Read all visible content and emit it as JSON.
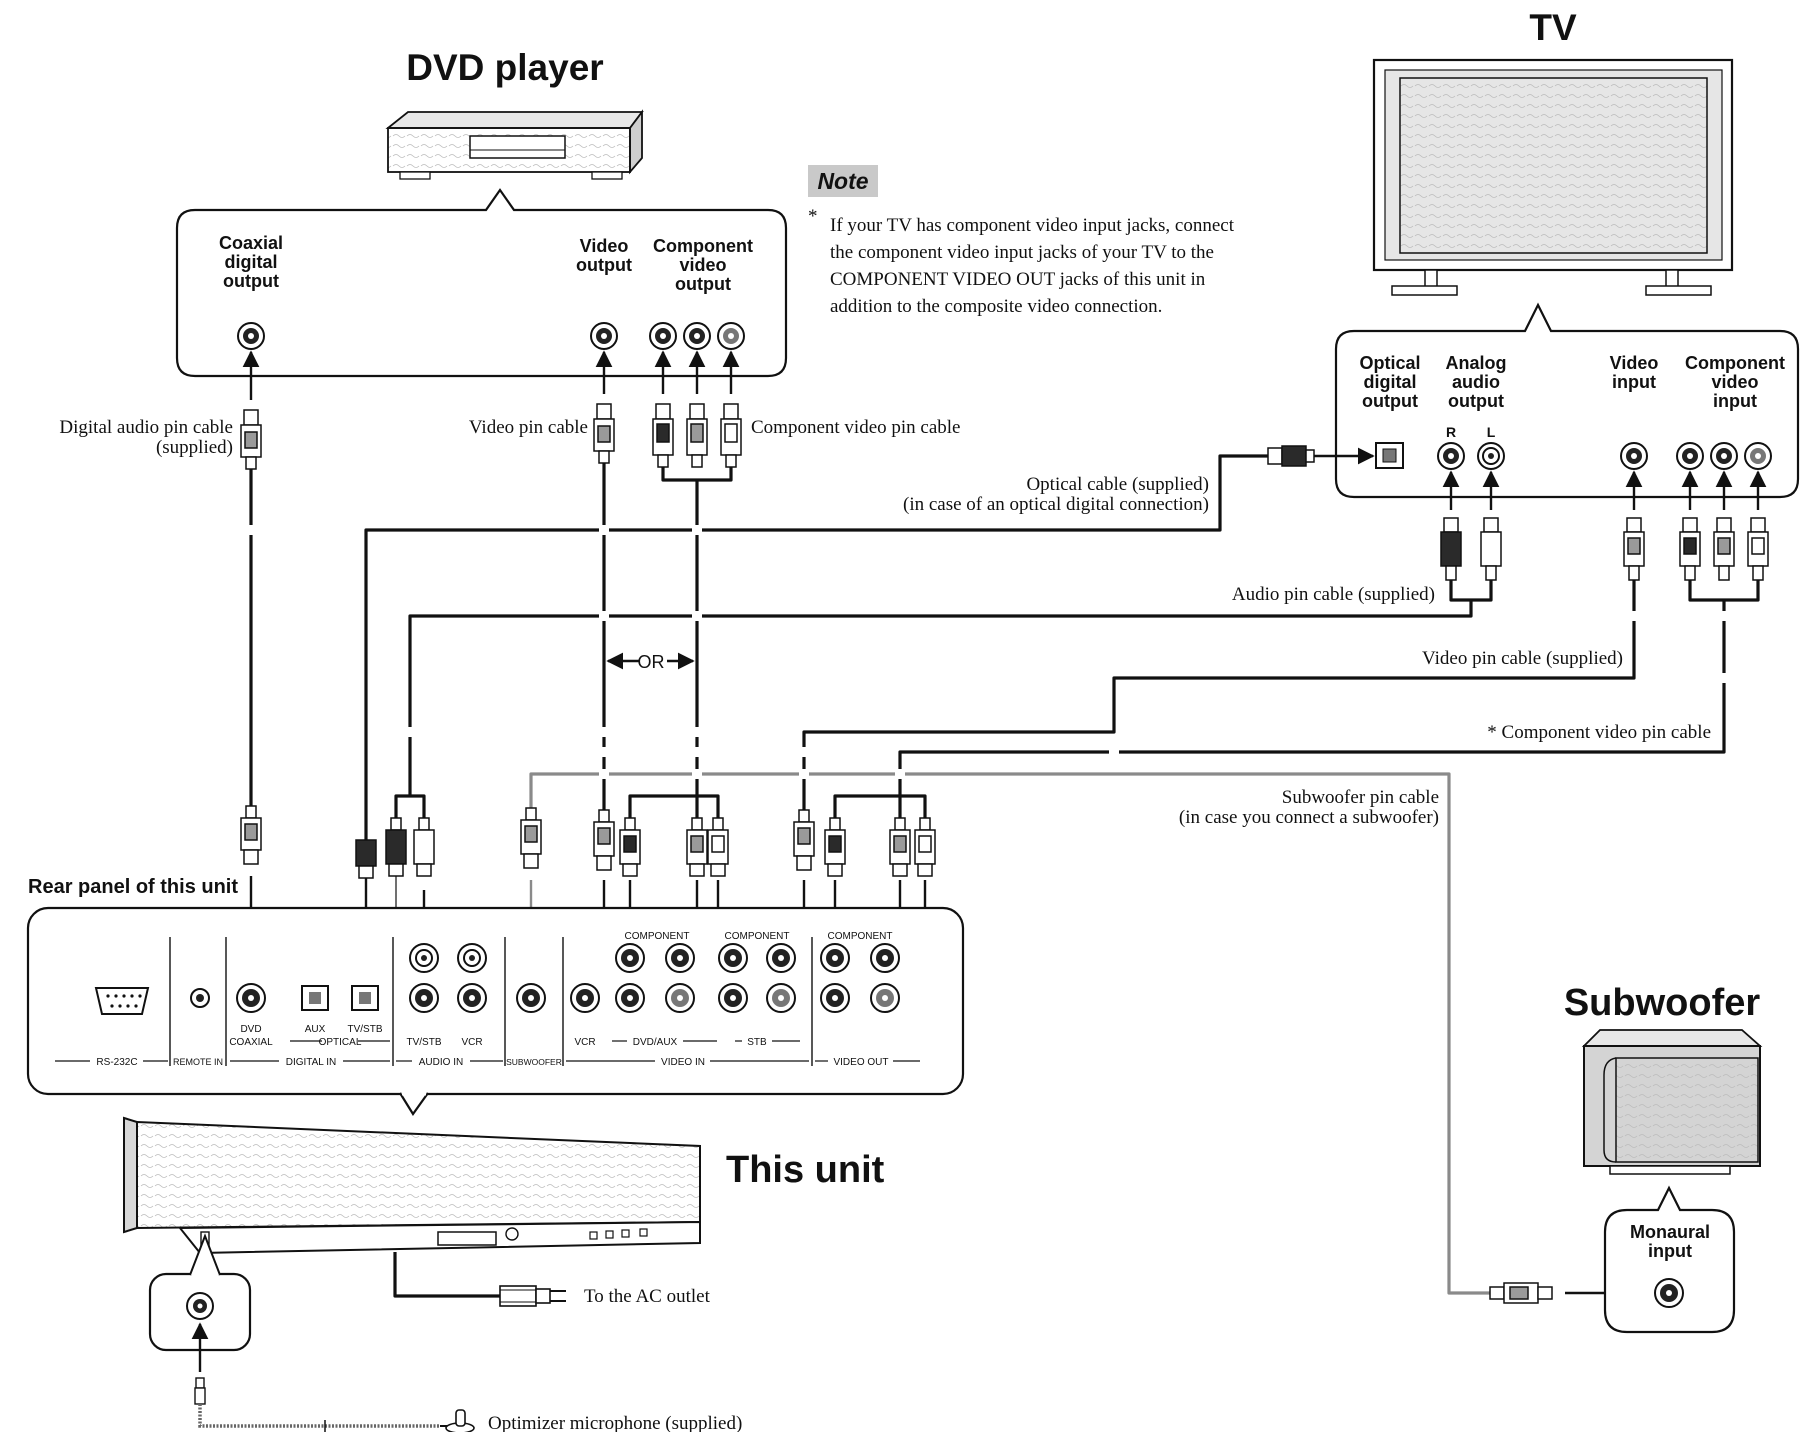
{
  "headers": {
    "dvd_player": "DVD player",
    "tv": "TV",
    "this_unit": "This unit",
    "subwoofer": "Subwoofer",
    "rear_panel": "Rear panel of this unit"
  },
  "note": {
    "badge": "Note",
    "asterisk": "*",
    "lines": [
      "If your TV has component video input jacks, connect",
      "the component video input jacks of your TV to the",
      "COMPONENT VIDEO OUT jacks of this unit in",
      "addition to the composite video connection."
    ]
  },
  "dvd_labels": {
    "coaxial": [
      "Coaxial",
      "digital",
      "output"
    ],
    "video": [
      "Video",
      "output"
    ],
    "component": [
      "Component",
      "video",
      "output"
    ]
  },
  "tv_labels": {
    "optical": [
      "Optical",
      "digital",
      "output"
    ],
    "analog": [
      "Analog",
      "audio",
      "output"
    ],
    "r": "R",
    "l": "L",
    "video": [
      "Video",
      "input"
    ],
    "component": [
      "Component",
      "video",
      "input"
    ]
  },
  "sub_labels": {
    "monaural": [
      "Monaural",
      "input"
    ]
  },
  "cables": {
    "digital_audio": [
      "Digital audio pin cable",
      "(supplied)"
    ],
    "video_pin": "Video pin cable",
    "component_video_pin": "Component video pin cable",
    "optical": [
      "Optical cable (supplied)",
      "(in case of an optical digital connection)"
    ],
    "audio_pin": "Audio pin cable (supplied)",
    "video_pin_supplied": "Video pin cable (supplied)",
    "component_star": "* Component video pin cable",
    "subwoofer_pin": [
      "Subwoofer pin cable",
      "(in case you connect a subwoofer)"
    ],
    "or": "OR",
    "ac_outlet": "To the AC outlet",
    "microphone": "Optimizer microphone (supplied)"
  },
  "panel_labels": {
    "rs232c": "RS-232C",
    "remote_in": "REMOTE IN",
    "dvd": "DVD",
    "coaxial": "COAXIAL",
    "aux": "AUX",
    "tvstb": "TV/STB",
    "optical": "OPTICAL",
    "digital_in": "DIGITAL IN",
    "audio_tvstb": "TV/STB",
    "audio_vcr": "VCR",
    "audio_in": "AUDIO IN",
    "subwoofer": "SUBWOOFER",
    "vcr": "VCR",
    "dvdaux": "DVD/AUX",
    "stb": "STB",
    "video_in": "VIDEO IN",
    "video_out": "VIDEO OUT",
    "component_1": "COMPONENT",
    "component_2": "COMPONENT",
    "component_3": "COMPONENT"
  }
}
